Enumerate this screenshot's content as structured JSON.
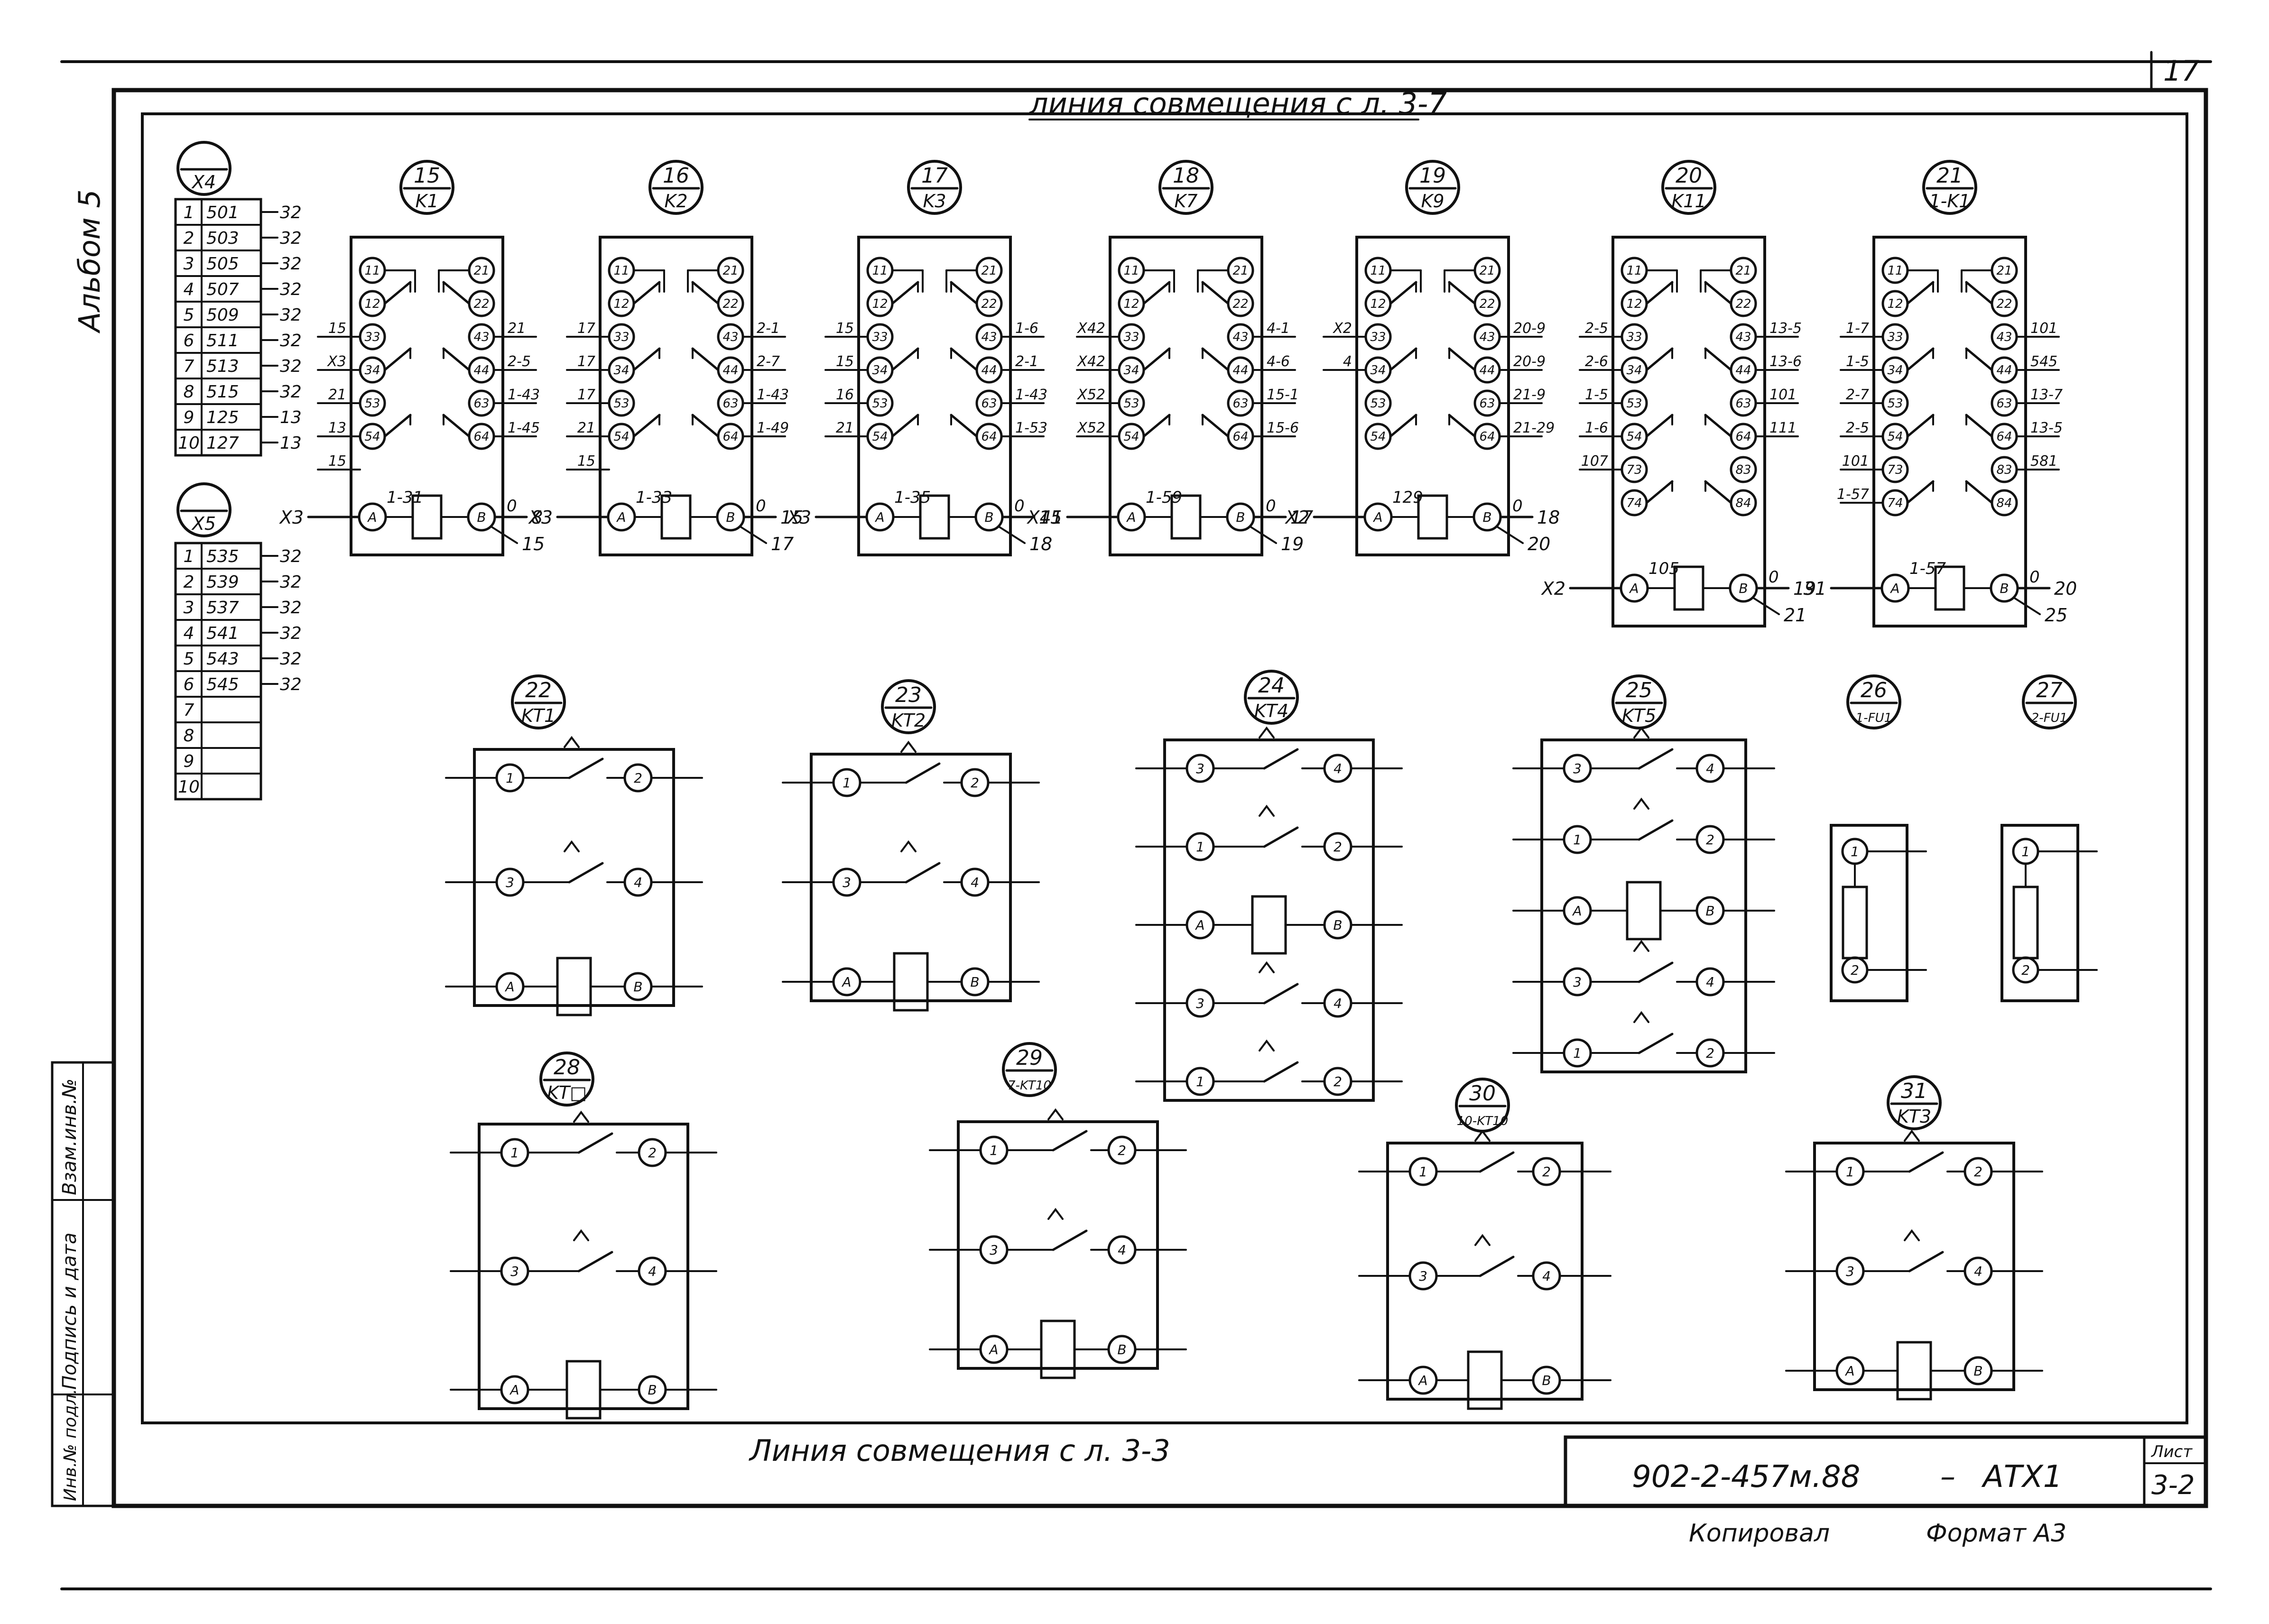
{
  "header": {
    "sheet_number_top": "17",
    "album_label": "Альбом 5",
    "top_combine_line": "линия совмещения с л. 3-7",
    "bottom_combine_line": "Линия совмещения с л. 3-3"
  },
  "title_block": {
    "doc_code": "902-2-457м.88",
    "dash": "–",
    "doc_mark": "АТХ1",
    "sheet_label": "Лист",
    "sheet_value": "3-2",
    "copied_label": "Копировал",
    "format_label": "Формат А3"
  },
  "side_stamp": {
    "vzam": "Взам.инв.№",
    "podpis": "Подпись и дата",
    "inv": "Инв.№ подл."
  },
  "terminal_blocks": [
    {
      "id": "X4",
      "rows": [
        {
          "n": "1",
          "v": "501",
          "r": "32"
        },
        {
          "n": "2",
          "v": "503",
          "r": "32"
        },
        {
          "n": "3",
          "v": "505",
          "r": "32"
        },
        {
          "n": "4",
          "v": "507",
          "r": "32"
        },
        {
          "n": "5",
          "v": "509",
          "r": "32"
        },
        {
          "n": "6",
          "v": "511",
          "r": "32"
        },
        {
          "n": "7",
          "v": "513",
          "r": "32"
        },
        {
          "n": "8",
          "v": "515",
          "r": "32"
        },
        {
          "n": "9",
          "v": "125",
          "r": "13"
        },
        {
          "n": "10",
          "v": "127",
          "r": "13"
        }
      ]
    },
    {
      "id": "X5",
      "rows": [
        {
          "n": "1",
          "v": "535",
          "r": "32"
        },
        {
          "n": "2",
          "v": "539",
          "r": "32"
        },
        {
          "n": "3",
          "v": "537",
          "r": "32"
        },
        {
          "n": "4",
          "v": "541",
          "r": "32"
        },
        {
          "n": "5",
          "v": "543",
          "r": "32"
        },
        {
          "n": "6",
          "v": "545",
          "r": "32"
        },
        {
          "n": "7",
          "v": "",
          "r": ""
        },
        {
          "n": "8",
          "v": "",
          "r": ""
        },
        {
          "n": "9",
          "v": "",
          "r": ""
        },
        {
          "n": "10",
          "v": "",
          "r": ""
        }
      ]
    }
  ],
  "relays_top": [
    {
      "num": "15",
      "name": "K1",
      "in": "1-31",
      "out": "0",
      "lines_l": [
        "15",
        "X3",
        "21",
        "13",
        "15"
      ],
      "lines_r": [
        "21",
        "2-5",
        "1-43",
        "1-45"
      ],
      "coil_in": "X3",
      "coil_out": [
        "8",
        "15"
      ]
    },
    {
      "num": "16",
      "name": "K2",
      "in": "1-33",
      "out": "0",
      "lines_l": [
        "17",
        "17",
        "17",
        "21",
        "15"
      ],
      "lines_r": [
        "2-1",
        "2-7",
        "1-43",
        "1-49"
      ],
      "coil_in": "X3",
      "coil_out": [
        "15",
        "17"
      ]
    },
    {
      "num": "17",
      "name": "K3",
      "in": "1-35",
      "out": "0",
      "lines_l": [
        "15",
        "15",
        "16",
        "21"
      ],
      "lines_r": [
        "1-6",
        "2-1",
        "1-43",
        "1-53"
      ],
      "coil_in": "X3",
      "coil_out": [
        "15",
        "18"
      ]
    },
    {
      "num": "18",
      "name": "K7",
      "in": "1-59",
      "out": "0",
      "lines_l": [
        "X42",
        "X42",
        "X52",
        "X52"
      ],
      "lines_r": [
        "4-1",
        "4-6",
        "15-1",
        "15-6"
      ],
      "coil_in": "X41",
      "coil_out": [
        "17",
        "19"
      ]
    },
    {
      "num": "19",
      "name": "K9",
      "in": "129",
      "out": "0",
      "lines_l": [
        "X2",
        "4"
      ],
      "lines_r": [
        "20-9",
        "20-9",
        "21-9",
        "21-29"
      ],
      "coil_in": "X2",
      "coil_out": [
        "18",
        "20"
      ]
    },
    {
      "num": "20",
      "name": "K11",
      "in": "105",
      "out": "0",
      "lines_l": [
        "2-5",
        "2-6",
        "1-5",
        "1-6",
        "107"
      ],
      "lines_r": [
        "13-5",
        "13-6",
        "101",
        "111"
      ],
      "coil_in": "X2",
      "coil_out": [
        "19",
        "21"
      ]
    },
    {
      "num": "21",
      "name": "1-K1",
      "in": "1-57",
      "out": "0",
      "lines_l": [
        "1-7",
        "1-5",
        "2-7",
        "2-5",
        "101",
        "1-57"
      ],
      "lines_r": [
        "101",
        "545",
        "13-7",
        "13-5",
        "581"
      ],
      "coil_in": "31",
      "coil_out": [
        "20",
        "25"
      ]
    }
  ],
  "timers_mid": [
    {
      "num": "22",
      "name": "KT1"
    },
    {
      "num": "23",
      "name": "KT2"
    },
    {
      "num": "24",
      "name": "KT4"
    },
    {
      "num": "25",
      "name": "KT5"
    },
    {
      "num": "26",
      "name": "1-FU1"
    },
    {
      "num": "27",
      "name": "2-FU1"
    }
  ],
  "timers_bot": [
    {
      "num": "28",
      "name": "KT□"
    },
    {
      "num": "29",
      "name": "7-KT10"
    },
    {
      "num": "30",
      "name": "10-KT10"
    },
    {
      "num": "31",
      "name": "KT3"
    }
  ]
}
